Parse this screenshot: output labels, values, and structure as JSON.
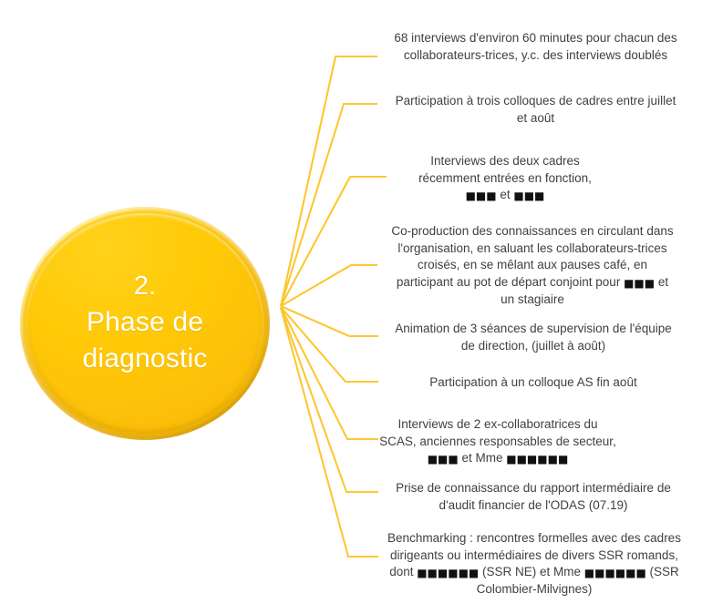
{
  "diagram": {
    "type": "radial-callout",
    "hub": {
      "number": "2.",
      "title_line1": "Phase de",
      "title_line2": "diagnostic",
      "fill_color": "#FFC907",
      "text_color": "#FFFFFF"
    },
    "connector_color": "#FDC733",
    "callouts": [
      {
        "id": "interviews-68",
        "lines": [
          "68 interviews d'environ 60 minutes pour chacun des",
          "collaborateurs-trices, y.c. des interviews doublés"
        ]
      },
      {
        "id": "colloques-cadres",
        "lines": [
          "Participation à trois colloques de cadres entre juillet",
          "et août"
        ]
      },
      {
        "id": "interviews-deux-cadres",
        "lines": [
          "Interviews des deux cadres",
          "récemment entrées en fonction,"
        ],
        "redacted_line": {
          "before": "",
          "block1": "■■■",
          "middle": " et ",
          "block2": "■■■",
          "after": ""
        }
      },
      {
        "id": "co-production",
        "lines": [
          "Co-production des connaissances en circulant dans",
          "l'organisation, en saluant les collaborateurs-trices",
          "croisés, en se mêlant aux pauses café, en"
        ],
        "redacted_line": {
          "before": "participant au pot de départ conjoint pour ",
          "block1": "■■■",
          "middle": " et",
          "block2": "",
          "after": ""
        },
        "trailing_lines": [
          "un stagiaire"
        ]
      },
      {
        "id": "animation-supervision",
        "lines": [
          "Animation de 3 séances de supervision de l'équipe",
          "de direction, (juillet à août)"
        ]
      },
      {
        "id": "colloque-as",
        "lines": [
          "Participation à un colloque AS fin août"
        ]
      },
      {
        "id": "ex-collaboratrices",
        "lines": [
          "Interviews de 2 ex-collaboratrices du",
          "SCAS, anciennes responsables de secteur,"
        ],
        "redacted_line": {
          "before": "",
          "block1": "■■■",
          "middle": "  et Mme ",
          "block2": "■■■■■■",
          "after": ""
        }
      },
      {
        "id": "rapport-odas",
        "lines": [
          "Prise de connaissance du rapport intermédiaire de",
          "d'audit financier de l'ODAS (07.19)"
        ]
      },
      {
        "id": "benchmarking",
        "lines": [
          "Benchmarking : rencontres formelles avec des cadres",
          "dirigeants ou intermédiaires de divers SSR romands,"
        ],
        "redacted_line": {
          "before": "dont ",
          "block1": "■■■■■■",
          "middle": " (SSR NE) et Mme ",
          "block2": "■■■■■■",
          "after": " (SSR"
        },
        "trailing_lines": [
          "Colombier-Milvignes)"
        ]
      }
    ]
  }
}
